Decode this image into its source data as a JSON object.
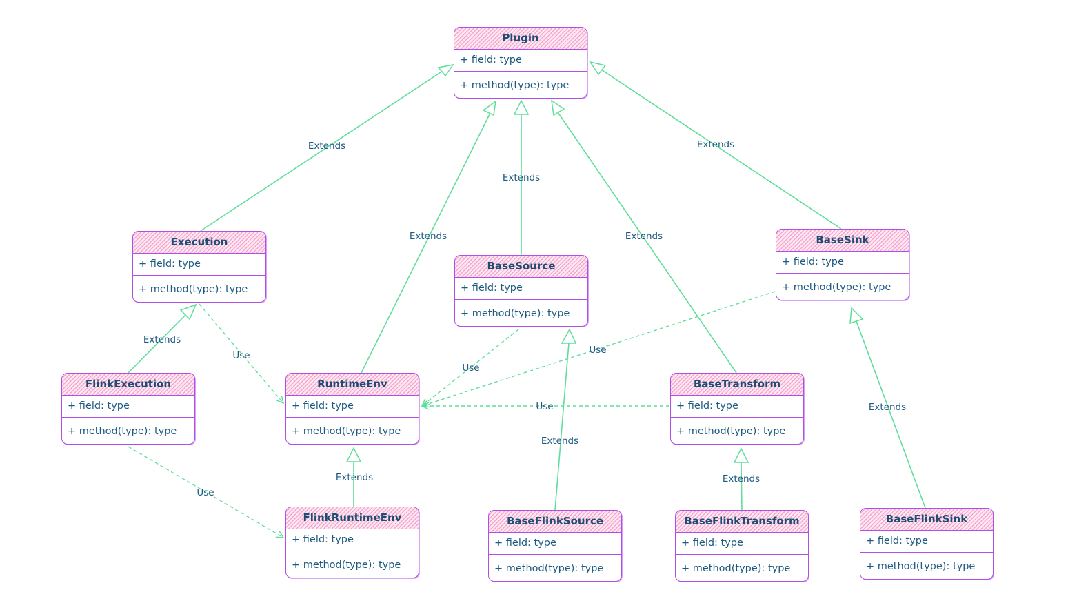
{
  "classes": {
    "plugin": {
      "name": "Plugin",
      "field": "+ field: type",
      "method": "+ method(type): type"
    },
    "execution": {
      "name": "Execution",
      "field": "+ field: type",
      "method": "+ method(type): type"
    },
    "base_source": {
      "name": "BaseSource",
      "field": "+ field: type",
      "method": "+ method(type): type"
    },
    "base_sink": {
      "name": "BaseSink",
      "field": "+ field: type",
      "method": "+ method(type): type"
    },
    "flink_execution": {
      "name": "FlinkExecution",
      "field": "+ field: type",
      "method": "+ method(type): type"
    },
    "runtime_env": {
      "name": "RuntimeEnv",
      "field": "+ field: type",
      "method": "+ method(type): type"
    },
    "base_transform": {
      "name": "BaseTransform",
      "field": "+ field: type",
      "method": "+ method(type): type"
    },
    "flink_runtime_env": {
      "name": "FlinkRuntimeEnv",
      "field": "+ field: type",
      "method": "+ method(type): type"
    },
    "base_flink_source": {
      "name": "BaseFlinkSource",
      "field": "+ field: type",
      "method": "+ method(type): type"
    },
    "base_flink_transform": {
      "name": "BaseFlinkTransform",
      "field": "+ field: type",
      "method": "+ method(type): type"
    },
    "base_flink_sink": {
      "name": "BaseFlinkSink",
      "field": "+ field: type",
      "method": "+ method(type): type"
    }
  },
  "relations": [
    {
      "from": "Execution",
      "to": "Plugin",
      "type": "extends",
      "label": "Extends"
    },
    {
      "from": "RuntimeEnv",
      "to": "Plugin",
      "type": "extends",
      "label": "Extends"
    },
    {
      "from": "BaseSource",
      "to": "Plugin",
      "type": "extends",
      "label": "Extends"
    },
    {
      "from": "BaseTransform",
      "to": "Plugin",
      "type": "extends",
      "label": "Extends"
    },
    {
      "from": "BaseSink",
      "to": "Plugin",
      "type": "extends",
      "label": "Extends"
    },
    {
      "from": "FlinkExecution",
      "to": "Execution",
      "type": "extends",
      "label": "Extends"
    },
    {
      "from": "Execution",
      "to": "RuntimeEnv",
      "type": "use",
      "label": "Use"
    },
    {
      "from": "BaseSource",
      "to": "RuntimeEnv",
      "type": "use",
      "label": "Use"
    },
    {
      "from": "BaseSink",
      "to": "RuntimeEnv",
      "type": "use",
      "label": "Use"
    },
    {
      "from": "BaseTransform",
      "to": "RuntimeEnv",
      "type": "use",
      "label": "Use"
    },
    {
      "from": "FlinkRuntimeEnv",
      "to": "RuntimeEnv",
      "type": "extends",
      "label": "Extends"
    },
    {
      "from": "FlinkExecution",
      "to": "FlinkRuntimeEnv",
      "type": "use",
      "label": "Use"
    },
    {
      "from": "BaseFlinkSource",
      "to": "BaseSource",
      "type": "extends",
      "label": "Extends"
    },
    {
      "from": "BaseFlinkTransform",
      "to": "BaseTransform",
      "type": "extends",
      "label": "Extends"
    },
    {
      "from": "BaseFlinkSink",
      "to": "BaseSink",
      "type": "extends",
      "label": "Extends"
    }
  ],
  "colors": {
    "line": "#5ede99",
    "border": "#b04ee6",
    "hatch": "#f4a6cc",
    "text": "#1d5a80"
  }
}
